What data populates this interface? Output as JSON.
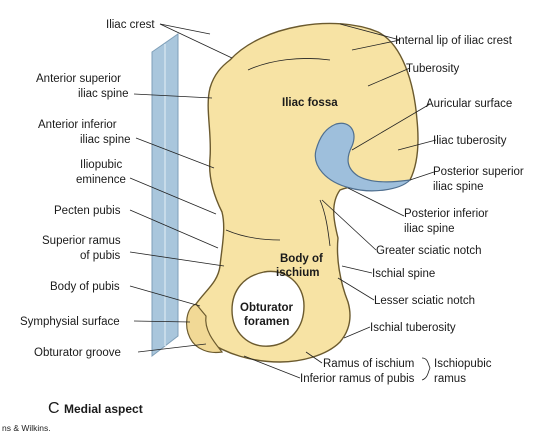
{
  "labels": {
    "iliac_crest": "Iliac crest",
    "internal_lip": "Internal lip of iliac crest",
    "tuberosity": "Tuberosity",
    "auricular_surface": "Auricular surface",
    "iliac_tuberosity": "Iliac tuberosity",
    "posterior_superior_line1": "Posterior superior",
    "posterior_superior_line2": "iliac spine",
    "posterior_inferior_line1": "Posterior inferior",
    "posterior_inferior_line2": "iliac spine",
    "greater_sciatic_notch": "Greater sciatic notch",
    "ischial_spine": "Ischial spine",
    "lesser_sciatic_notch": "Lesser sciatic notch",
    "ischial_tuberosity": "Ischial tuberosity",
    "ramus_of_ischium": "Ramus of ischium",
    "inferior_ramus_of_pubis": "Inferior ramus of pubis",
    "ischiopubic_line1": "Ischiopubic",
    "ischiopubic_line2": "ramus",
    "anterior_superior_line1": "Anterior superior",
    "anterior_superior_line2": "iliac spine",
    "anterior_inferior_line1": "Anterior inferior",
    "anterior_inferior_line2": "iliac spine",
    "iliopubic_line1": "Iliopubic",
    "iliopubic_line2": "eminence",
    "pecten_pubis": "Pecten pubis",
    "superior_ramus_line1": "Superior ramus",
    "superior_ramus_line2": "of pubis",
    "body_of_pubis": "Body of pubis",
    "symphysial_surface": "Symphysial surface",
    "obturator_groove": "Obturator groove",
    "iliac_fossa": "Iliac fossa",
    "body_of_ischium_line1": "Body of",
    "body_of_ischium_line2": "ischium",
    "obturator_line1": "Obturator",
    "obturator_line2": "foramen"
  },
  "caption": {
    "letter": "C",
    "text": "Medial aspect"
  },
  "credit": "ns & Wilkins.",
  "colors": {
    "bone": "#f7e3a4",
    "bone_outline": "#6b5a2e",
    "auricular": "#9ebfdc",
    "plane": "#a9c6dc"
  }
}
